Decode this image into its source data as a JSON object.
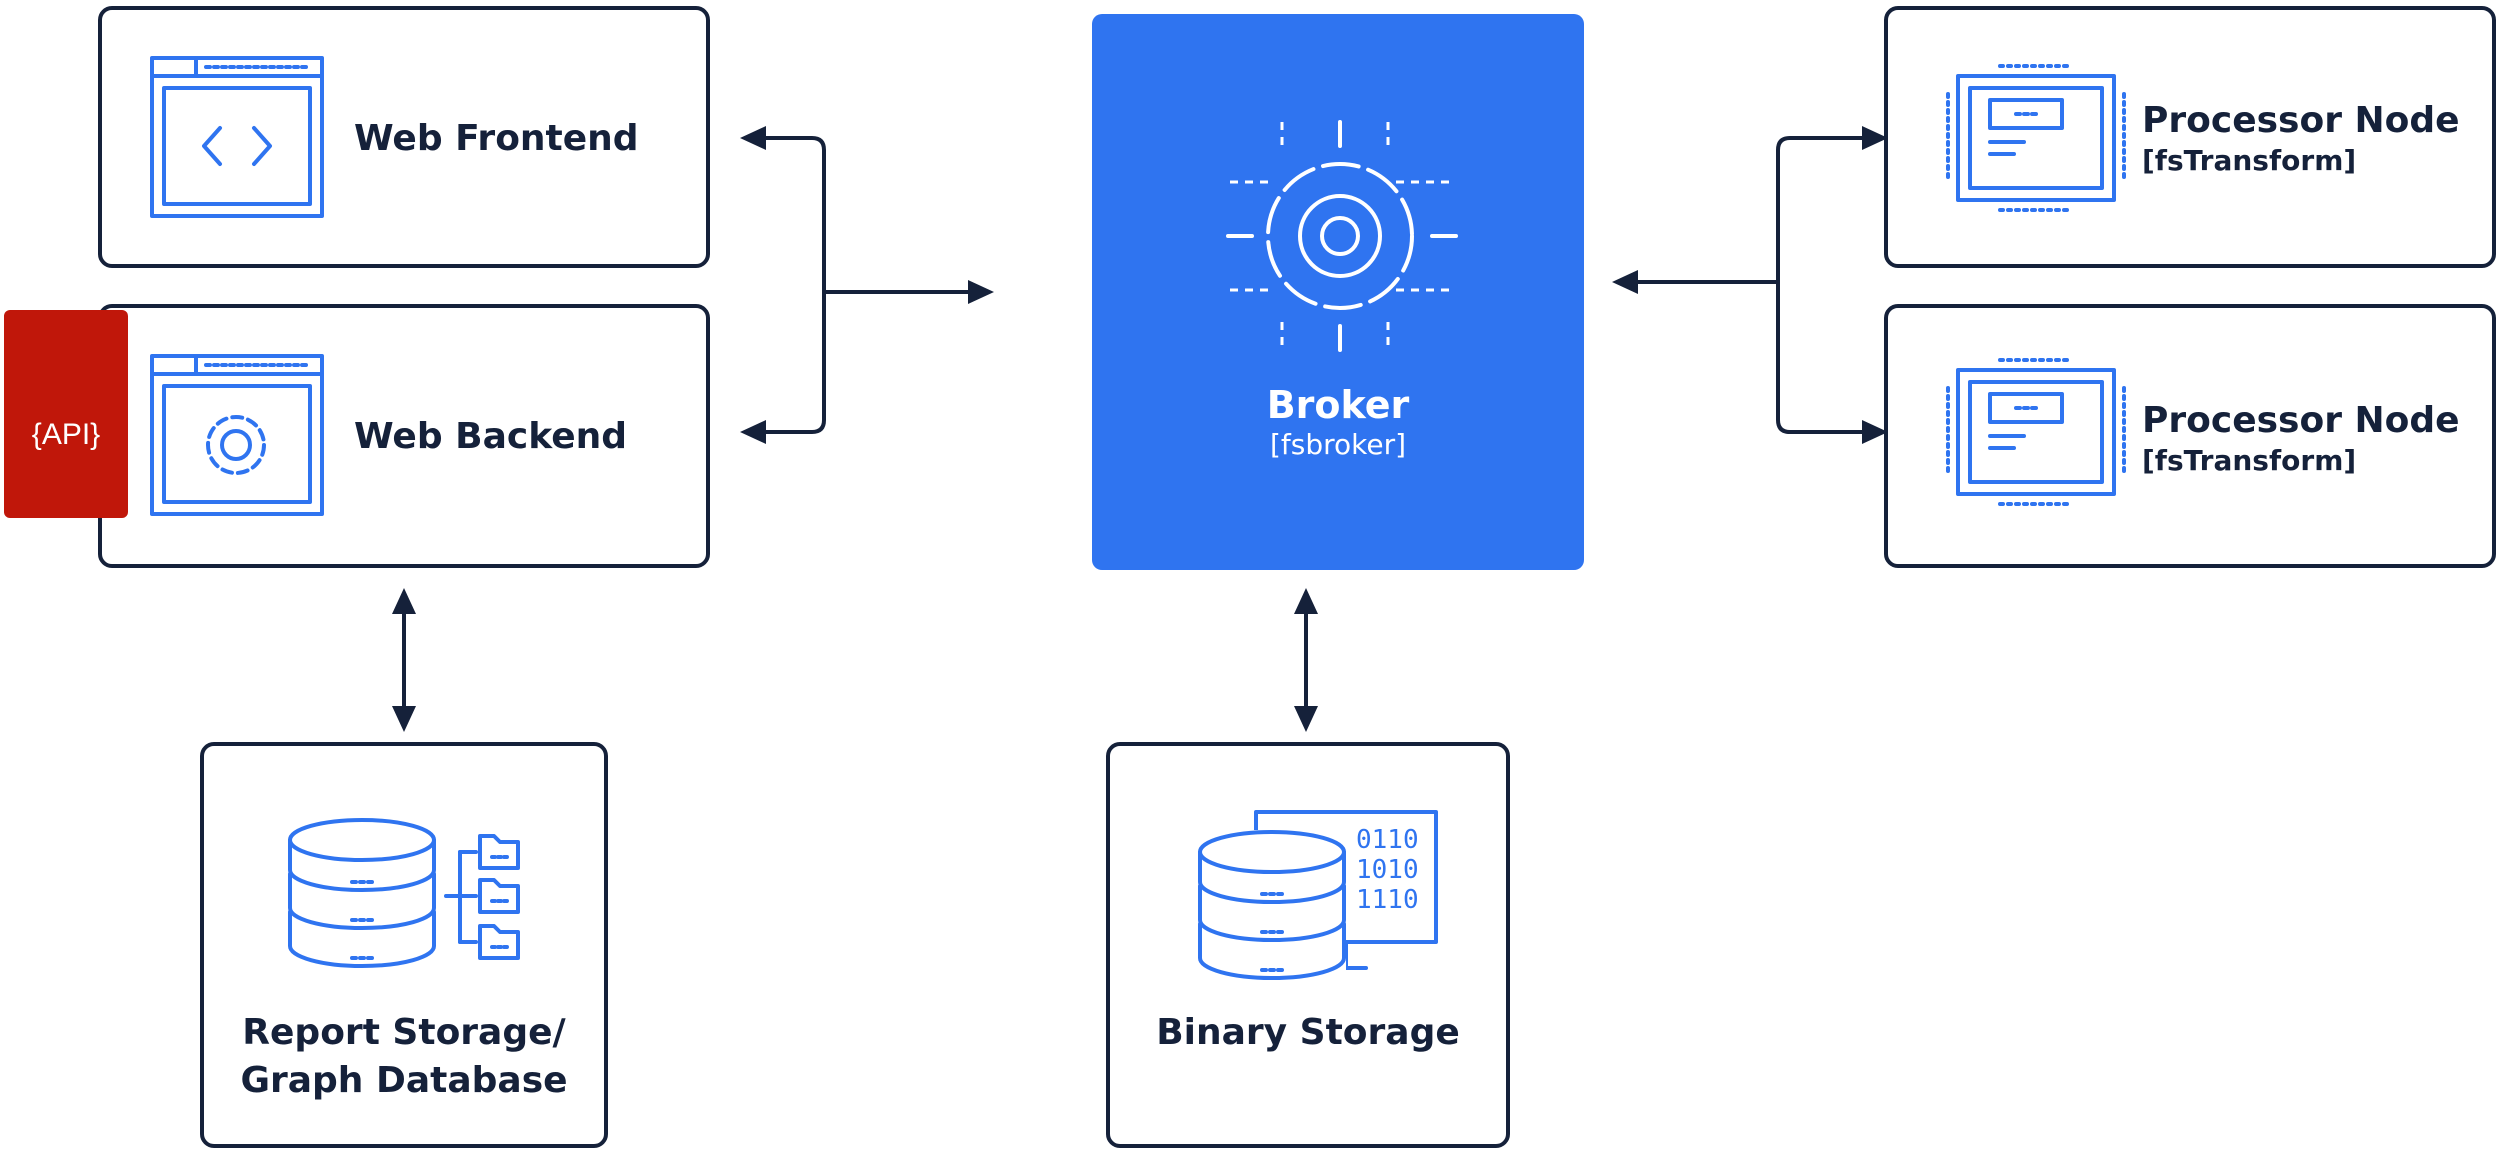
{
  "nodes": {
    "web_frontend": {
      "label": "Web Frontend"
    },
    "web_backend": {
      "label": "Web Backend",
      "badge": "{API}"
    },
    "broker": {
      "label": "Broker",
      "sublabel": "[fsbroker]"
    },
    "processor_node_1": {
      "label": "Processor Node",
      "sublabel": "[fsTransform]"
    },
    "processor_node_2": {
      "label": "Processor Node",
      "sublabel": "[fsTransform]"
    },
    "report_storage": {
      "label_line1": "Report Storage/",
      "label_line2": "Graph Database"
    },
    "binary_storage": {
      "label": "Binary Storage"
    }
  },
  "icons": {
    "web_frontend": "code-window-icon",
    "web_backend": "gear-window-icon",
    "broker": "gear-icon",
    "processor": "cpu-chip-icon",
    "report_storage": "database-folders-icon",
    "binary_storage": "database-binary-icon"
  },
  "colors": {
    "broker_fill": "#2f74f0",
    "icon_stroke": "#2f74f0",
    "api_badge": "#c0170a",
    "box_border": "#15213a",
    "text": "#15213a"
  }
}
